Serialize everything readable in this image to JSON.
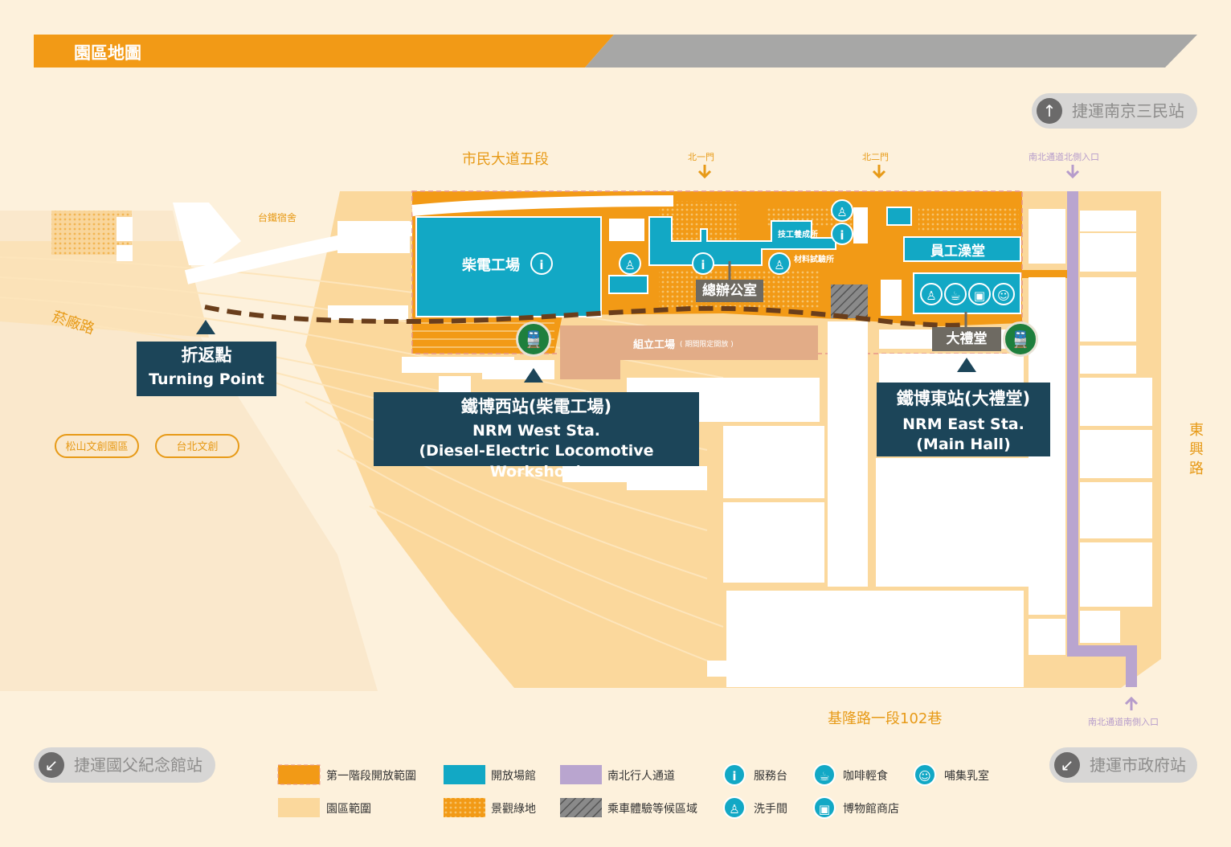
{
  "header": {
    "title": "園區地圖"
  },
  "streets": {
    "north": "市民大道五段",
    "west": "菸廠路",
    "east": "東興路",
    "south": "基隆路一段102巷",
    "gate1": "北一門",
    "gate2": "北二門",
    "passage_north": "南北通道北側入口",
    "passage_south": "南北通道南側入口"
  },
  "places": {
    "dorm": "台鐵宿舍",
    "songshan": "松山文創園區",
    "taipei_cc": "台北文創",
    "diesel_workshop": "柴電工場",
    "office": "總辦公室",
    "training": "技工養成所",
    "material_lab": "材料試驗所",
    "bathhouse": "員工澡堂",
    "assembly": "組立工場",
    "assembly_note": "( 期間限定開放 )",
    "main_hall": "大禮堂"
  },
  "stations": {
    "turning": {
      "zh": "折返點",
      "en": "Turning Point"
    },
    "west": {
      "zh": "鐵博西站(柴電工場)",
      "en1": "NRM West Sta.",
      "en2": "(Diesel-Electric Locomotive Workshop)"
    },
    "east": {
      "zh": "鐵博東站(大禮堂)",
      "en1": "NRM East Sta.",
      "en2": "(Main Hall)"
    }
  },
  "mrt": {
    "nanjing": "捷運南京三民站",
    "memorial": "捷運國父紀念館站",
    "cityhall": "捷運市政府站"
  },
  "legend": [
    {
      "label": "第一階段開放範圍",
      "color": "#f29a16"
    },
    {
      "label": "開放場館",
      "color": "#12a8c5"
    },
    {
      "label": "南北行人通道",
      "color": "#b9a5cf"
    },
    {
      "label": "服務台",
      "icon": "info-icon"
    },
    {
      "label": "咖啡輕食",
      "icon": "cafe-icon"
    },
    {
      "label": "哺集乳室",
      "icon": "nursing-room-icon"
    },
    {
      "label": "園區範圍",
      "color": "#fbd89c"
    },
    {
      "label": "景觀綠地",
      "color": "#f3b04a"
    },
    {
      "label": "乘車體驗等候區域",
      "color": "#777777"
    },
    {
      "label": "洗手間",
      "icon": "restroom-icon"
    },
    {
      "label": "博物館商店",
      "icon": "shop-icon"
    }
  ],
  "colors": {
    "accent_orange": "#f29a16",
    "header_grey": "#a7a7a6",
    "venue_teal": "#12a8c5",
    "navy_label": "#1c4559",
    "passage_purple": "#b9a5cf",
    "station_green": "#1e7f3d"
  }
}
